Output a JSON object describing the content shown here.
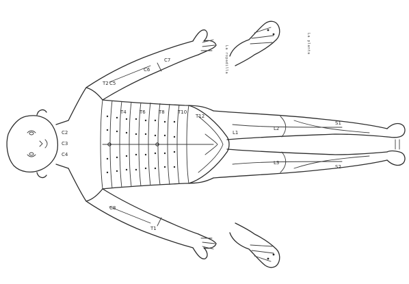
{
  "labels": {
    "caption_left": "La ropadilla",
    "caption_right": "La planta"
  },
  "segment_marks": {
    "neck": [
      "C2",
      "C3",
      "C4"
    ],
    "trunk": [
      "T2",
      "T4",
      "T6",
      "T8",
      "T10",
      "T12"
    ],
    "legs": [
      "L1",
      "L2",
      "L3",
      "S1",
      "S2"
    ],
    "arms": [
      "C5",
      "C6",
      "C7",
      "C8",
      "T1"
    ]
  },
  "colors": {
    "ink": "#2b2b2b",
    "paper": "#ffffff"
  }
}
